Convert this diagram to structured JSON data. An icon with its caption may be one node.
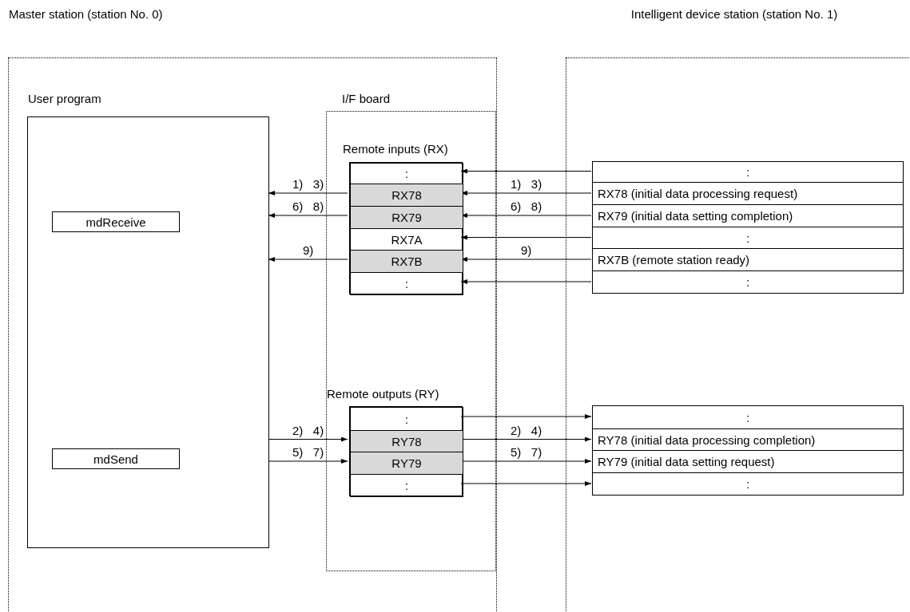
{
  "diagram": {
    "nodes": [
      {
        "text": [
          "Master station (station No. 0)"
        ]
      },
      {
        "text": [
          "Intelligent device station (station No. 1)"
        ]
      },
      {
        "text": [
          "User program"
        ],
        "in": 0
      },
      {
        "text": [
          "mdReceive"
        ],
        "in": 2
      },
      {
        "text": [
          "mdSend"
        ],
        "in": 2
      },
      {
        "text": [
          "I/F board"
        ],
        "in": 0
      },
      {
        "text": [
          "Remote inputs (RX)"
        ],
        "in": 5
      },
      {
        "text": [
          ":"
        ],
        "in": 6
      },
      {
        "text": [
          "RX78"
        ],
        "in": 6
      },
      {
        "text": [
          "RX79"
        ],
        "in": 6
      },
      {
        "text": [
          "RX7A"
        ],
        "in": 6
      },
      {
        "text": [
          "RX7B"
        ],
        "in": 6
      },
      {
        "text": [
          ":"
        ],
        "in": 6
      },
      {
        "text": [
          "Remote outputs (RY)"
        ],
        "in": 5
      },
      {
        "text": [
          ":"
        ],
        "in": 13
      },
      {
        "text": [
          "RY78"
        ],
        "in": 13
      },
      {
        "text": [
          "RY79"
        ],
        "in": 13
      },
      {
        "text": [
          ":"
        ],
        "in": 13
      },
      {
        "text": [
          ":"
        ],
        "in": 1
      },
      {
        "text": [
          "RX78 (initial data processing request)"
        ],
        "in": 1
      },
      {
        "text": [
          "RX79 (initial data setting completion)"
        ],
        "in": 1
      },
      {
        "text": [
          ":"
        ],
        "in": 1
      },
      {
        "text": [
          "RX7B (remote station ready)"
        ],
        "in": 1
      },
      {
        "text": [
          ":"
        ],
        "in": 1
      },
      {
        "text": [
          ":"
        ],
        "in": 1
      },
      {
        "text": [
          "RY78 (initial data processing completion)"
        ],
        "in": 1
      },
      {
        "text": [
          "RY79 (initial data setting request)"
        ],
        "in": 1
      },
      {
        "text": [
          ":"
        ],
        "in": 1
      }
    ],
    "edges": [
      {
        "from": 18,
        "to": 7,
        "arrow": "to"
      },
      {
        "from": 19,
        "to": 8,
        "arrow": "to",
        "label": "1)   3)"
      },
      {
        "from": 20,
        "to": 9,
        "arrow": "to",
        "label": "6)   8)"
      },
      {
        "from": 21,
        "to": 10,
        "arrow": "to"
      },
      {
        "from": 22,
        "to": 11,
        "arrow": "to",
        "label": "9)"
      },
      {
        "from": 23,
        "to": 12,
        "arrow": "to"
      },
      {
        "from": 8,
        "to": 2,
        "arrow": "to",
        "label": "1)   3)"
      },
      {
        "from": 9,
        "to": 2,
        "arrow": "to",
        "label": "6)   8)"
      },
      {
        "from": 11,
        "to": 2,
        "arrow": "to",
        "label": "9)"
      },
      {
        "from": 2,
        "to": 15,
        "arrow": "to",
        "label": "2)   4)"
      },
      {
        "from": 2,
        "to": 16,
        "arrow": "to",
        "label": "5)   7)"
      },
      {
        "from": 14,
        "to": 24,
        "arrow": "to"
      },
      {
        "from": 15,
        "to": 25,
        "arrow": "to",
        "label": "2)   4)"
      },
      {
        "from": 16,
        "to": 26,
        "arrow": "to",
        "label": "5)   7)"
      },
      {
        "from": 17,
        "to": 27,
        "arrow": "to"
      }
    ]
  }
}
